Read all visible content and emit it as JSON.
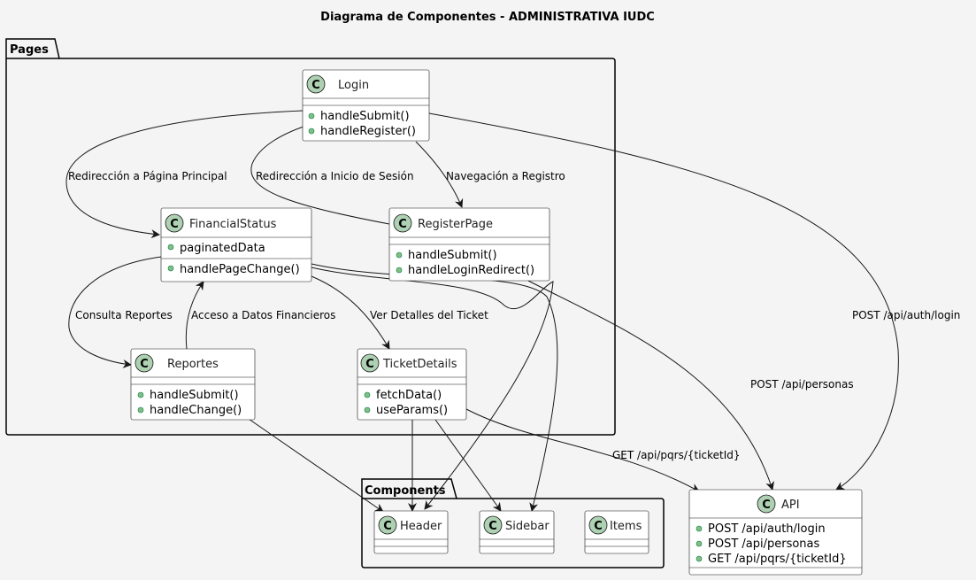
{
  "diagram": {
    "title": "Diagrama de Componentes - ADMINISTRATIVA IUDC",
    "packages": {
      "pages": "Pages",
      "components": "Components"
    },
    "classes": {
      "login": {
        "name": "Login",
        "members": [
          "handleSubmit()",
          "handleRegister()"
        ]
      },
      "financial": {
        "name": "FinancialStatus",
        "attributes": [
          "paginatedData"
        ],
        "members": [
          "handlePageChange()"
        ]
      },
      "register": {
        "name": "RegisterPage",
        "members": [
          "handleSubmit()",
          "handleLoginRedirect()"
        ]
      },
      "reportes": {
        "name": "Reportes",
        "members": [
          "handleSubmit()",
          "handleChange()"
        ]
      },
      "ticket": {
        "name": "TicketDetails",
        "members": [
          "fetchData()",
          "useParams()"
        ]
      },
      "header": {
        "name": "Header"
      },
      "sidebar": {
        "name": "Sidebar"
      },
      "items": {
        "name": "Items"
      },
      "api": {
        "name": "API",
        "members": [
          "POST /api/auth/login",
          "POST /api/personas",
          "GET /api/pqrs/{ticketId}"
        ]
      }
    },
    "edges": {
      "login_financial": "Redirección a Página Principal",
      "register_login": "Redirección a Inicio de Sesión",
      "login_register": "Navegación a Registro",
      "login_api": "POST /api/auth/login",
      "register_api": "POST /api/personas",
      "financial_reportes": "Consulta Reportes",
      "reportes_financial": "Acceso a Datos Financieros",
      "financial_ticket": "Ver Detalles del Ticket",
      "ticket_api": "GET /api/pqrs/{ticketId}"
    },
    "badge_letter": "C",
    "colors": {
      "background": "#F4F4F4",
      "class_fill": "#FFFFFF",
      "badge": "#ADD1B2",
      "visibility": "#84BE84"
    }
  }
}
